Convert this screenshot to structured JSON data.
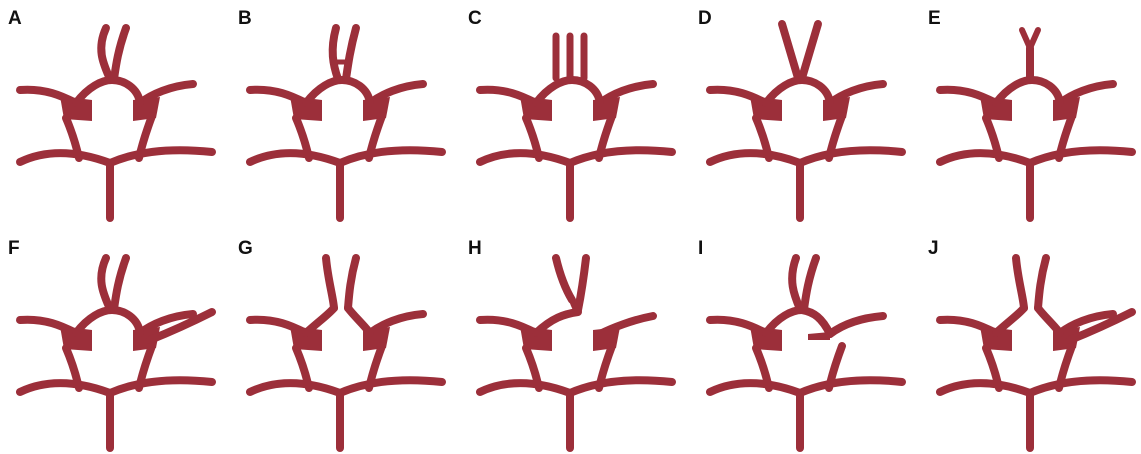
{
  "panels": [
    {
      "letter": "A",
      "variant": "complete"
    },
    {
      "letter": "B",
      "variant": "acom-bridge"
    },
    {
      "letter": "C",
      "variant": "three-parallel-aca"
    },
    {
      "letter": "D",
      "variant": "v-fused-aca"
    },
    {
      "letter": "E",
      "variant": "single-azygos-aca"
    },
    {
      "letter": "F",
      "variant": "fetal-pcom-right"
    },
    {
      "letter": "G",
      "variant": "no-acom"
    },
    {
      "letter": "H",
      "variant": "hypoplastic-a1-right"
    },
    {
      "letter": "I",
      "variant": "missing-a1-right"
    },
    {
      "letter": "J",
      "variant": "no-acom-fetal-right"
    }
  ],
  "colors": {
    "vessel": "#9c2f3a",
    "background": "#ffffff",
    "label": "#111111"
  }
}
